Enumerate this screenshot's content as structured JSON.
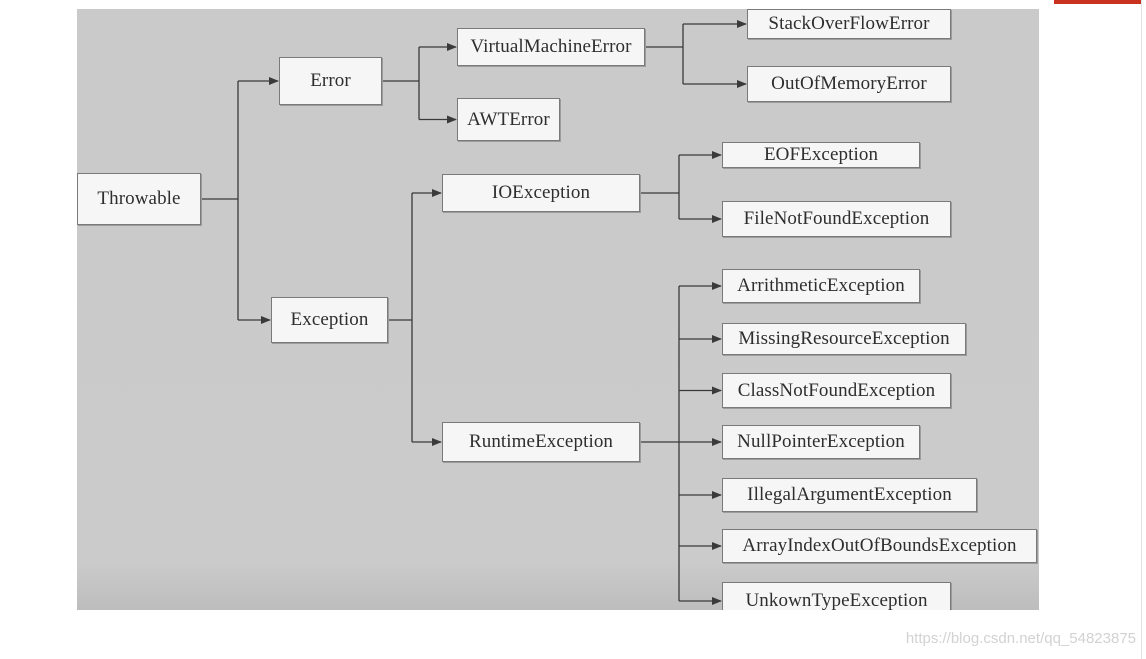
{
  "diagram": {
    "nodes": {
      "throwable": "Throwable",
      "error": "Error",
      "exception": "Exception",
      "virtual_machine_error": "VirtualMachineError",
      "awt_error": "AWTError",
      "stack_overflow_error": "StackOverFlowError",
      "out_of_memory_error": "OutOfMemoryError",
      "io_exception": "IOException",
      "runtime_exception": "RuntimeException",
      "eof_exception": "EOFException",
      "file_not_found_exception": "FileNotFoundException",
      "arithmetic_exception": "ArrithmeticException",
      "missing_resource_exception": "MissingResourceException",
      "class_not_found_exception": "ClassNotFoundException",
      "null_pointer_exception": "NullPointerException",
      "illegal_argument_exception": "IllegalArgumentException",
      "array_index_out_of_bounds_exception": "ArrayIndexOutOfBoundsException",
      "unkown_type_exception": "UnkownTypeException"
    },
    "edges": [
      [
        "throwable",
        "error"
      ],
      [
        "throwable",
        "exception"
      ],
      [
        "error",
        "virtual_machine_error"
      ],
      [
        "error",
        "awt_error"
      ],
      [
        "virtual_machine_error",
        "stack_overflow_error"
      ],
      [
        "virtual_machine_error",
        "out_of_memory_error"
      ],
      [
        "exception",
        "io_exception"
      ],
      [
        "exception",
        "runtime_exception"
      ],
      [
        "io_exception",
        "eof_exception"
      ],
      [
        "io_exception",
        "file_not_found_exception"
      ],
      [
        "runtime_exception",
        "arithmetic_exception"
      ],
      [
        "runtime_exception",
        "missing_resource_exception"
      ],
      [
        "runtime_exception",
        "class_not_found_exception"
      ],
      [
        "runtime_exception",
        "null_pointer_exception"
      ],
      [
        "runtime_exception",
        "illegal_argument_exception"
      ],
      [
        "runtime_exception",
        "array_index_out_of_bounds_exception"
      ],
      [
        "runtime_exception",
        "unkown_type_exception"
      ]
    ],
    "colors": {
      "background": "#cacaca",
      "node_fill": "#f6f6f6",
      "node_border": "#7a7a7a",
      "line": "#3a3a3a",
      "accent": "#c8321e"
    }
  },
  "watermark": "https://blog.csdn.net/qq_54823875"
}
